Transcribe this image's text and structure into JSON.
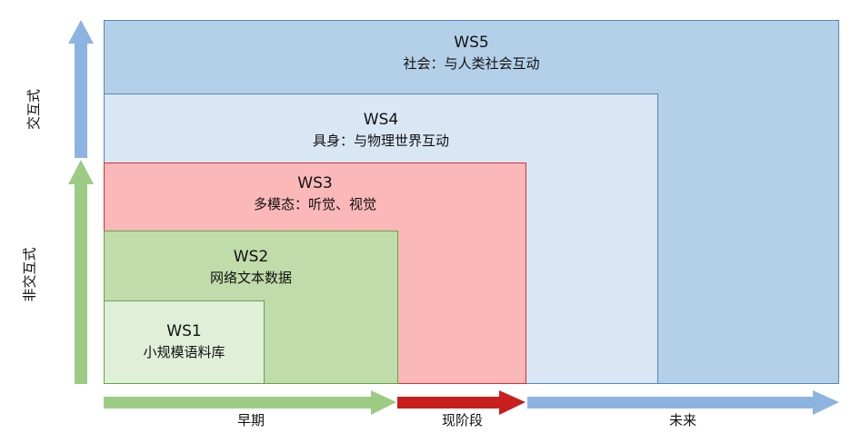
{
  "boxes": {
    "ws5": {
      "title": "WS5",
      "subtitle": "社会：与人类社会互动"
    },
    "ws4": {
      "title": "WS4",
      "subtitle": "具身：与物理世界互动"
    },
    "ws3": {
      "title": "WS3",
      "subtitle": "多模态：听觉、视觉"
    },
    "ws2": {
      "title": "WS2",
      "subtitle": "网络文本数据"
    },
    "ws1": {
      "title": "WS1",
      "subtitle": "小规模语料库"
    }
  },
  "x_axis": {
    "early": "早期",
    "present": "现阶段",
    "future": "未来"
  },
  "y_axis": {
    "interactive": "交互式",
    "non_interactive": "非交互式"
  },
  "colors": {
    "blue_arrow": "#8db4e0",
    "green_arrow": "#9ccc84",
    "red_arrow": "#c81e1e"
  }
}
